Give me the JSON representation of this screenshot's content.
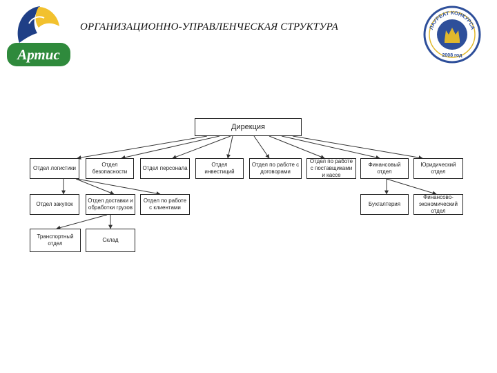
{
  "header": {
    "title": "ОРГАНИЗАЦИОННО-УПРАВЛЕНЧЕСКАЯ СТРУКТУРА",
    "logo_text": "Артис",
    "seal_text_top": "ЛАУРЕАТ КОНКУРСА",
    "seal_year": "2008 год"
  },
  "colors": {
    "logo_green": "#2f8a3c",
    "logo_blue": "#1f3f86",
    "logo_yellow": "#f2c12e",
    "seal_blue": "#2e4f9a",
    "seal_gold": "#e1b82c"
  },
  "chart": {
    "root": "Дирекция",
    "level1": [
      "Отдел логистики",
      "Отдел безопасности",
      "Отдел персонала",
      "Отдел инвестиций",
      "Отдел по работе с договорами",
      "Отдел по работе с поставщиками и кассе",
      "Финансовый отдел",
      "Юридический отдел"
    ],
    "level2": [
      "Отдел закупок",
      "Отдел доставки и обработки грузов",
      "Отдел по работе с клиентами",
      "Бухгалтерия",
      "Финансово-экономический отдел"
    ],
    "level3": [
      "Транспортный отдел",
      "Склад"
    ]
  }
}
